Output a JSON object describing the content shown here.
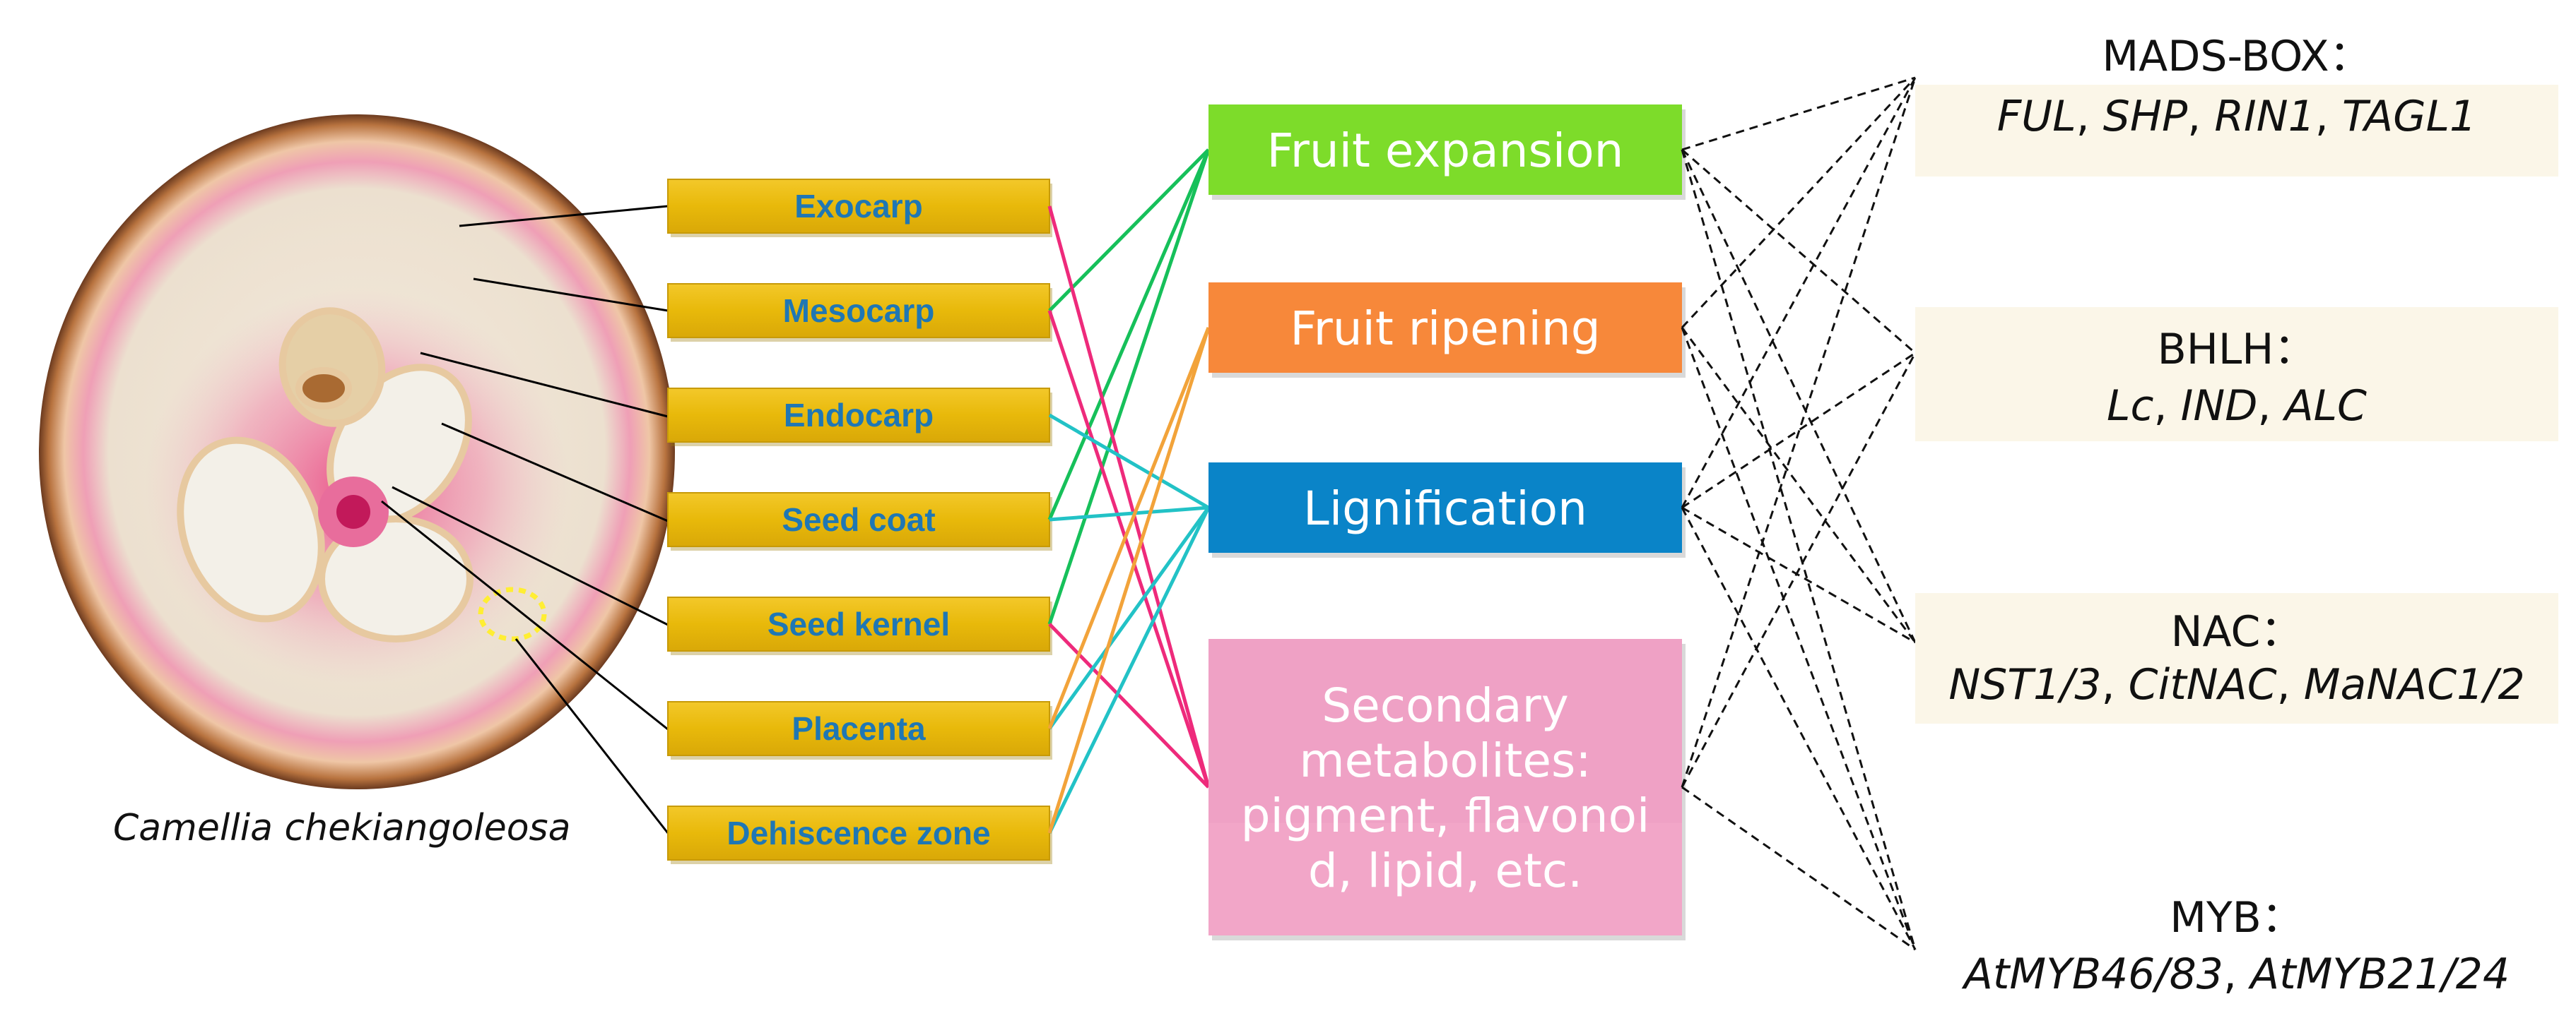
{
  "colors": {
    "tissue_box": "#e8b90a",
    "tissue_text": "#1f77b4",
    "link_green": "#16c05a",
    "link_magenta": "#ee2a7b",
    "link_cyan": "#22c2c6",
    "link_orange": "#f2a33a"
  },
  "caption": "Camellia chekiangoleosa",
  "tissues": [
    "Exocarp",
    "Mesocarp",
    "Endocarp",
    "Seed coat",
    "Seed kernel",
    "Placenta",
    "Dehiscence zone"
  ],
  "processes": [
    {
      "lines": [
        "Fruit expansion"
      ],
      "color": "#7ddc2a"
    },
    {
      "lines": [
        "Fruit ripening"
      ],
      "color": "#f7883a"
    },
    {
      "lines": [
        "Lignification"
      ],
      "color": "#0a84c8"
    },
    {
      "lines": [
        "Secondary",
        "metabolites:",
        "pigment,  flavonoi",
        "d, lipid, etc."
      ],
      "color": "#f2a6c8"
    }
  ],
  "tf_families": [
    {
      "name": "MADS-BOX：",
      "genes": [
        [
          "FUL",
          true
        ],
        [
          ", ",
          false
        ],
        [
          "SHP",
          true
        ],
        [
          ", ",
          false
        ],
        [
          "RIN1",
          true
        ],
        [
          ", ",
          false
        ],
        [
          "TAGL1",
          true
        ]
      ]
    },
    {
      "name": "BHLH：",
      "genes": [
        [
          "Lc",
          true
        ],
        [
          ", ",
          false
        ],
        [
          "IND",
          true
        ],
        [
          ", ",
          false
        ],
        [
          "ALC",
          true
        ]
      ]
    },
    {
      "name": "NAC：",
      "genes": [
        [
          "NST1/3",
          true
        ],
        [
          ", ",
          false
        ],
        [
          "CitNAC",
          true
        ],
        [
          ", ",
          false
        ],
        [
          "MaNAC1/2",
          true
        ]
      ]
    },
    {
      "name": "MYB：",
      "genes": [
        [
          "AtMYB46/83",
          true
        ],
        [
          ", ",
          false
        ],
        [
          "AtMYB21/24",
          true
        ]
      ]
    }
  ],
  "tissue_process_links": [
    {
      "tissue": "Mesocarp",
      "process": "Fruit expansion",
      "color": "green"
    },
    {
      "tissue": "Seed coat",
      "process": "Fruit expansion",
      "color": "green"
    },
    {
      "tissue": "Seed kernel",
      "process": "Fruit expansion",
      "color": "green"
    },
    {
      "tissue": "Exocarp",
      "process": "Secondary metabolites",
      "color": "magenta"
    },
    {
      "tissue": "Mesocarp",
      "process": "Secondary metabolites",
      "color": "magenta"
    },
    {
      "tissue": "Seed kernel",
      "process": "Secondary metabolites",
      "color": "magenta"
    },
    {
      "tissue": "Endocarp",
      "process": "Lignification",
      "color": "cyan"
    },
    {
      "tissue": "Seed coat",
      "process": "Lignification",
      "color": "cyan"
    },
    {
      "tissue": "Placenta",
      "process": "Lignification",
      "color": "cyan"
    },
    {
      "tissue": "Dehiscence zone",
      "process": "Lignification",
      "color": "cyan"
    },
    {
      "tissue": "Placenta",
      "process": "Fruit ripening",
      "color": "orange"
    },
    {
      "tissue": "Dehiscence zone",
      "process": "Fruit ripening",
      "color": "orange"
    }
  ],
  "process_tf_links": [
    {
      "process": "Fruit expansion",
      "tf": [
        "MADS-BOX",
        "BHLH",
        "NAC",
        "MYB"
      ]
    },
    {
      "process": "Fruit ripening",
      "tf": [
        "MADS-BOX",
        "NAC",
        "MYB"
      ]
    },
    {
      "process": "Lignification",
      "tf": [
        "MADS-BOX",
        "BHLH",
        "NAC",
        "MYB"
      ]
    },
    {
      "process": "Secondary metabolites",
      "tf": [
        "MADS-BOX",
        "BHLH",
        "MYB"
      ]
    }
  ]
}
